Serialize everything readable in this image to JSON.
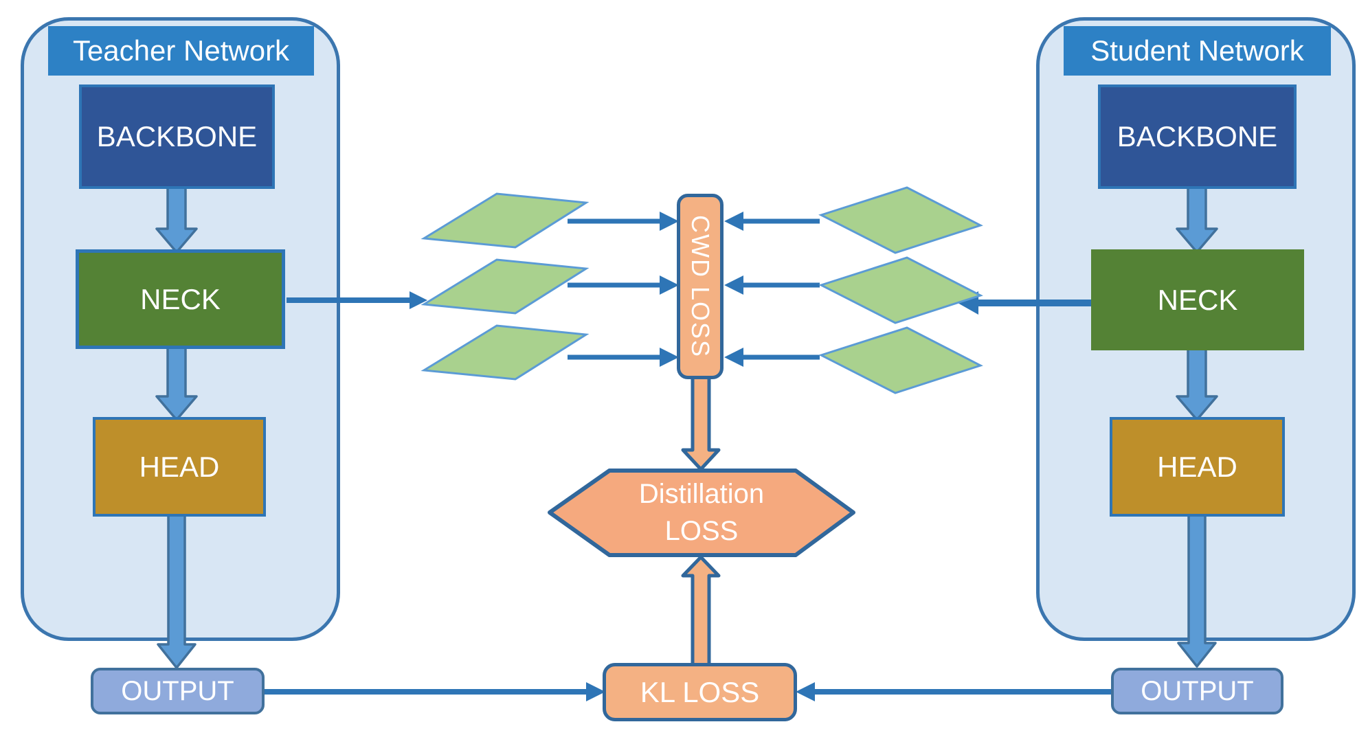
{
  "teacher": {
    "title": "Teacher Network",
    "backbone": "BACKBONE",
    "neck": "NECK",
    "head": "HEAD",
    "output": "OUTPUT"
  },
  "student": {
    "title": "Student Network",
    "backbone": "BACKBONE",
    "neck": "NECK",
    "head": "HEAD",
    "output": "OUTPUT"
  },
  "losses": {
    "cwd": "CWD LOSS",
    "distillation_line1": "Distillation",
    "distillation_line2": "LOSS",
    "kl": "KL LOSS"
  },
  "palette": {
    "container-fill": "#D8E6F4",
    "container-border": "#3B76AF",
    "header-fill": "#2D81C5",
    "backbone-fill": "#2F5597",
    "box-border": "#2E75B6",
    "neck-fill": "#548235",
    "head-fill": "#BE8F2A",
    "output-fill": "#8FAADC",
    "output-border": "#41719C",
    "loss-fill": "#F4B183",
    "hex-fill": "#F5A97E",
    "loss-border": "#31679B",
    "arrow-blue": "#2E75B6",
    "block-fill": "#5B9BD5",
    "block-border": "#41719C",
    "pgram-fill": "#A9D18E",
    "pgram-border": "#5B9BD5",
    "text-color": "#FFFFFF"
  }
}
